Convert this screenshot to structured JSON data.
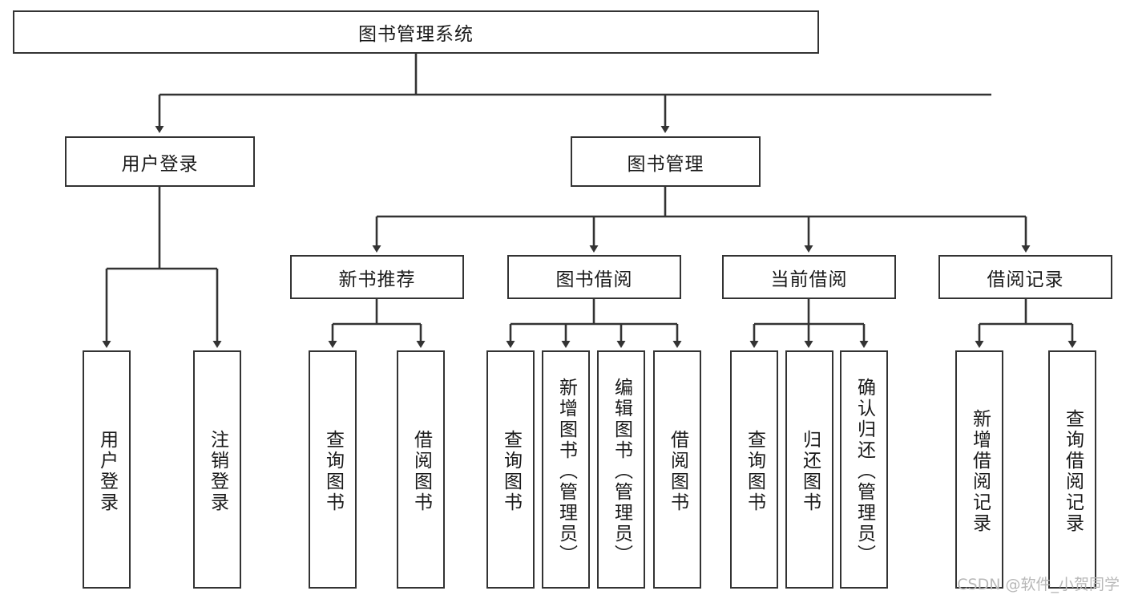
{
  "diagram": {
    "title": "图书管理系统",
    "type": "tree-hierarchy",
    "watermark": "CSDN @软件_小贺同学",
    "colors": {
      "box_border": "#333333",
      "box_fill": "#ffffff",
      "connector": "#333333",
      "text": "#1a1a1a",
      "watermark": "#b8b8b8",
      "background": "#ffffff"
    },
    "root": {
      "label": "图书管理系统"
    },
    "level2": [
      {
        "label": "用户登录"
      },
      {
        "label": "图书管理"
      }
    ],
    "level3": [
      {
        "label": "新书推荐"
      },
      {
        "label": "图书借阅"
      },
      {
        "label": "当前借阅"
      },
      {
        "label": "借阅记录"
      }
    ],
    "leaves": {
      "user_login": [
        {
          "label": "用户登录"
        },
        {
          "label": "注销登录"
        }
      ],
      "new_book_recommend": [
        {
          "label": "查询图书"
        },
        {
          "label": "借阅图书"
        }
      ],
      "book_borrow": [
        {
          "label": "查询图书"
        },
        {
          "label": "新增图书（管理员）"
        },
        {
          "label": "编辑图书（管理员）"
        },
        {
          "label": "借阅图书"
        }
      ],
      "current_borrow": [
        {
          "label": "查询图书"
        },
        {
          "label": "归还图书"
        },
        {
          "label": "确认归还（管理员）"
        }
      ],
      "borrow_record": [
        {
          "label": "新增借阅记录"
        },
        {
          "label": "查询借阅记录"
        }
      ]
    }
  }
}
